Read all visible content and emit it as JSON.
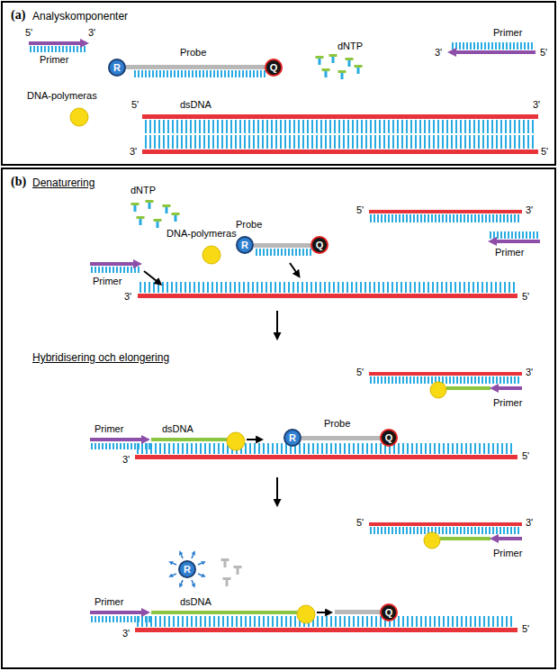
{
  "diagram": {
    "nodes": [
      {
        "text": [
          "(a)",
          "Analyskomponenter"
        ]
      },
      {
        "text": [
          "R"
        ],
        "in": 0
      },
      {
        "text": [
          "Q"
        ],
        "in": 0
      },
      {
        "text": [
          "(b)",
          "Denaturering",
          "Hybridisering och elongering"
        ]
      },
      {
        "text": [
          "R"
        ],
        "in": 3
      },
      {
        "text": [
          "Q"
        ],
        "in": 3
      },
      {
        "text": [
          "R"
        ],
        "in": 3
      },
      {
        "text": [
          "Q"
        ],
        "in": 3
      },
      {
        "text": [
          "R"
        ],
        "in": 3
      },
      {
        "text": [
          "Q"
        ],
        "in": 3
      }
    ],
    "labels": [
      "5'",
      "3'",
      "Primer",
      "Probe",
      "dNTP",
      "Primer",
      "3'",
      "5'",
      "DNA-polymeras",
      "5'",
      "dsDNA",
      "3'",
      "3'",
      "5'",
      "dNTP",
      "DNA-polymeras",
      "Probe",
      "Primer",
      "3'",
      "5'",
      "5'",
      "3'",
      "Primer",
      "5'",
      "3'",
      "Primer",
      "Primer",
      "dsDNA",
      "Probe",
      "3'",
      "5'",
      "5'",
      "3'",
      "Primer",
      "Primer",
      "dsDNA",
      "3'",
      "5'"
    ]
  }
}
